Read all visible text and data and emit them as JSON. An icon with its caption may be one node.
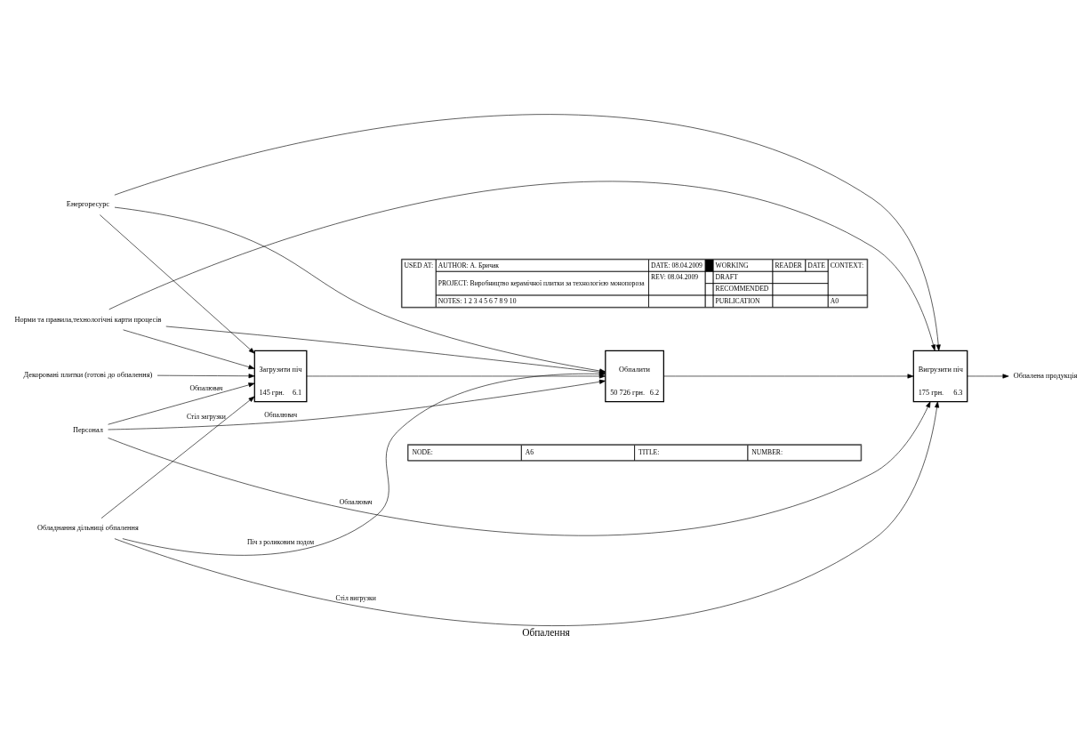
{
  "diagram": {
    "title": "Обпалення",
    "nodes": [
      {
        "text": [
          "Загрузити піч",
          "145 грн.",
          "6.1"
        ]
      },
      {
        "text": [
          "Обпалити",
          "50 726 грн.",
          "6.2"
        ]
      },
      {
        "text": [
          "Вигрузити піч",
          "175 грн.",
          "6.3"
        ]
      },
      {
        "text": [
          "Декоровані плитки (готові до обпалення)"
        ]
      },
      {
        "text": [
          "Енергоресурс"
        ]
      },
      {
        "text": [
          "Норми та правила,технологічні карти процесів"
        ]
      },
      {
        "text": [
          "Персонал"
        ]
      },
      {
        "text": [
          "Обладнання дільниці обпалення"
        ]
      },
      {
        "text": [
          "Обпалена продукція"
        ]
      }
    ],
    "edges": [
      {
        "from": 3,
        "to": 0,
        "arrow": "to"
      },
      {
        "from": 4,
        "to": 0,
        "arrow": "to"
      },
      {
        "from": 4,
        "to": 1,
        "arrow": "to"
      },
      {
        "from": 4,
        "to": 2,
        "arrow": "to"
      },
      {
        "from": 5,
        "to": 0,
        "arrow": "to"
      },
      {
        "from": 5,
        "to": 1,
        "arrow": "to"
      },
      {
        "from": 5,
        "to": 2,
        "arrow": "to"
      },
      {
        "from": 0,
        "to": 1,
        "arrow": "to"
      },
      {
        "from": 1,
        "to": 2,
        "arrow": "to"
      },
      {
        "from": 6,
        "to": 0,
        "arrow": "to",
        "label": "Обпалювач"
      },
      {
        "from": 6,
        "to": 1,
        "arrow": "to",
        "label": "Обпалювач"
      },
      {
        "from": 6,
        "to": 2,
        "arrow": "to",
        "label": "Обпалювач"
      },
      {
        "from": 7,
        "to": 0,
        "arrow": "to",
        "label": "Стіл загрузки"
      },
      {
        "from": 7,
        "to": 1,
        "arrow": "to",
        "label": "Піч з роликовим подом"
      },
      {
        "from": 7,
        "to": 2,
        "arrow": "to",
        "label": "Стіл вигрузки"
      },
      {
        "from": 2,
        "to": 8,
        "arrow": "to"
      }
    ],
    "labels": [
      "USED AT:",
      "AUTHOR: А. Бричак",
      "DATE: 08.04.2009",
      "WORKING",
      "READER",
      "DATE",
      "CONTEXT:",
      "PROJECT: Виробництво керамічної плитки за технологією монопороза",
      "REV: 08.04.2009",
      "DRAFT",
      "RECOMMENDED",
      "NOTES: 1 2 3 4 5 6 7 8 9 10",
      "PUBLICATION",
      "A0",
      "NODE:",
      "A6",
      "TITLE:",
      "NUMBER:"
    ]
  }
}
